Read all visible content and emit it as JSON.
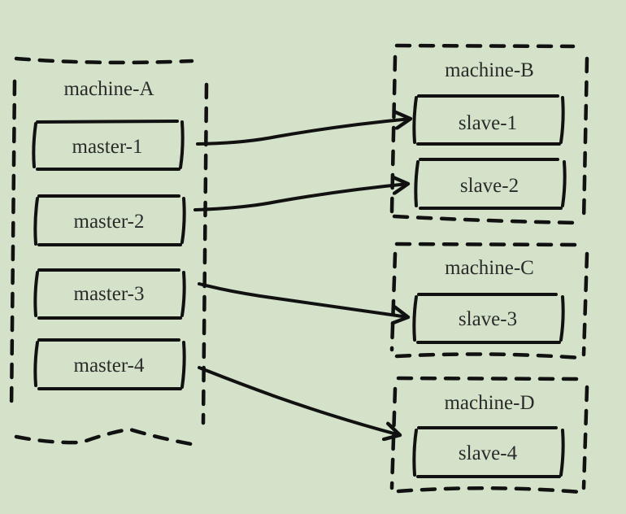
{
  "diagram": {
    "background": "#d3e2c8",
    "stroke_color": "#111111",
    "machines": [
      {
        "id": "machine-A",
        "label": "machine-A",
        "nodes": [
          "master-1",
          "master-2",
          "master-3",
          "master-4"
        ]
      },
      {
        "id": "machine-B",
        "label": "machine-B",
        "nodes": [
          "slave-1",
          "slave-2"
        ]
      },
      {
        "id": "machine-C",
        "label": "machine-C",
        "nodes": [
          "slave-3"
        ]
      },
      {
        "id": "machine-D",
        "label": "machine-D",
        "nodes": [
          "slave-4"
        ]
      }
    ],
    "edges": [
      {
        "from": "master-1",
        "to": "slave-1"
      },
      {
        "from": "master-2",
        "to": "slave-2"
      },
      {
        "from": "master-3",
        "to": "slave-3"
      },
      {
        "from": "master-4",
        "to": "slave-4"
      }
    ]
  }
}
